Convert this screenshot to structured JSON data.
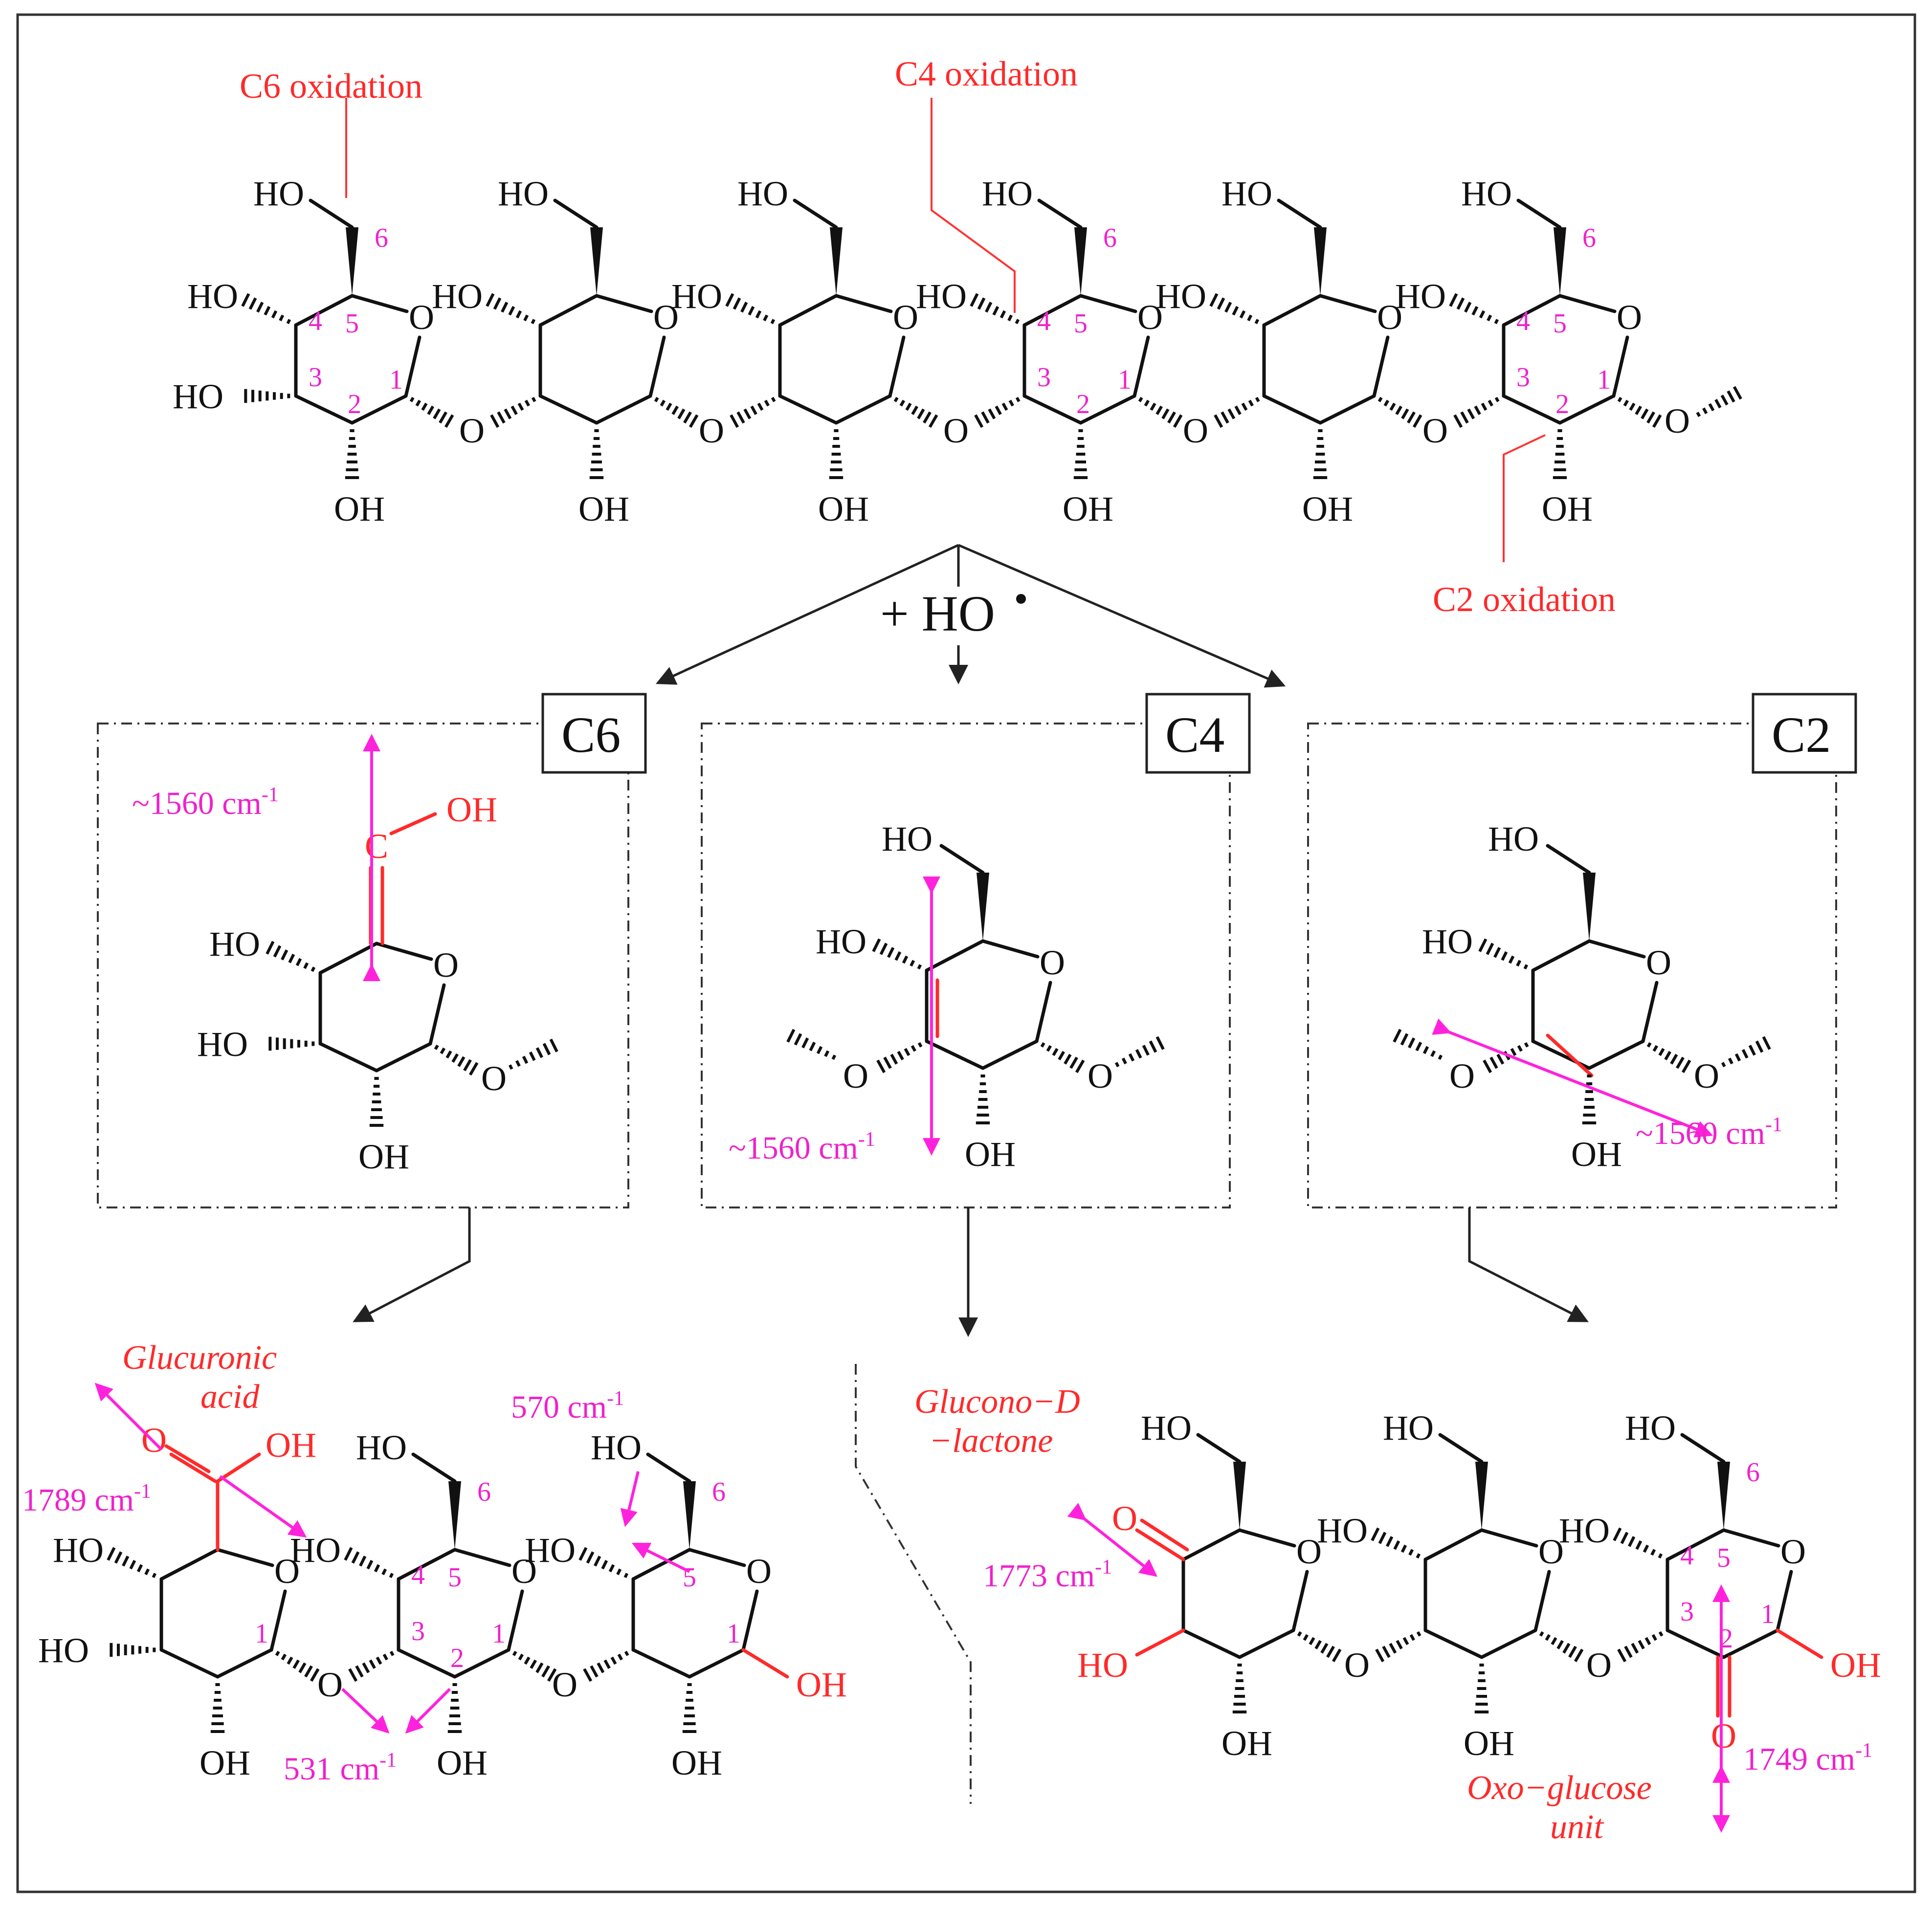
{
  "labels": {
    "c6_oxidation": "C6 oxidation",
    "c4_oxidation": "C4 oxidation",
    "c2_oxidation": "C2 oxidation",
    "reagent": "+ HO",
    "box_c6": "C6",
    "box_c4": "C4",
    "box_c2": "C2",
    "glucuronic_acid_1": "Glucuronic",
    "glucuronic_acid_2": "acid",
    "glucono_lactone_1": "Glucono−D",
    "glucono_lactone_2": "−lactone",
    "oxo_glucose_1": "Oxo−glucose",
    "oxo_glucose_2": "unit"
  },
  "wavenumbers": {
    "c6": "~1560 cm",
    "c4": "~1560 cm",
    "c2": "~1560 cm",
    "w1789": "1789 cm",
    "w570": "570 cm",
    "w531": "531 cm",
    "w1773": "1773 cm",
    "w1749": "1749 cm",
    "unit_exp": "-1"
  },
  "atoms": {
    "HO": "HO",
    "OH": "OH",
    "O": "O",
    "C": "C"
  },
  "ring_numbers": [
    "1",
    "2",
    "3",
    "4",
    "5",
    "6"
  ],
  "colors": {
    "bond": "#111111",
    "oxidation_red": "#ff2a2a",
    "vibration_magenta": "#ee22cc"
  }
}
